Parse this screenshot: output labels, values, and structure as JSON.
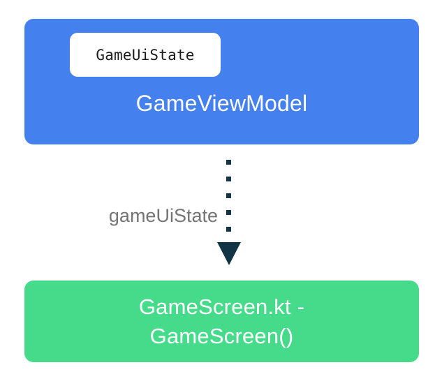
{
  "diagram": {
    "background_color": "#ffffff",
    "nodes": [
      {
        "id": "viewmodel",
        "title": "GameViewModel",
        "chip_label": "GameUiState",
        "fill_color": "#4480ee",
        "text_color": "#ffffff",
        "chip_fill_color": "#ffffff",
        "chip_text_color": "#1b1b1b"
      },
      {
        "id": "screen",
        "title_line1": "GameScreen.kt -",
        "title_line2": "GameScreen()",
        "fill_color": "#46db8a",
        "text_color": "#ffffff"
      }
    ],
    "connector": {
      "label": "gameUiState",
      "label_color": "#757575",
      "line_style": "dotted",
      "dot_count": 5,
      "dot_color": "#133547",
      "arrow_color": "#103346",
      "direction": "viewmodel-to-screen"
    }
  }
}
